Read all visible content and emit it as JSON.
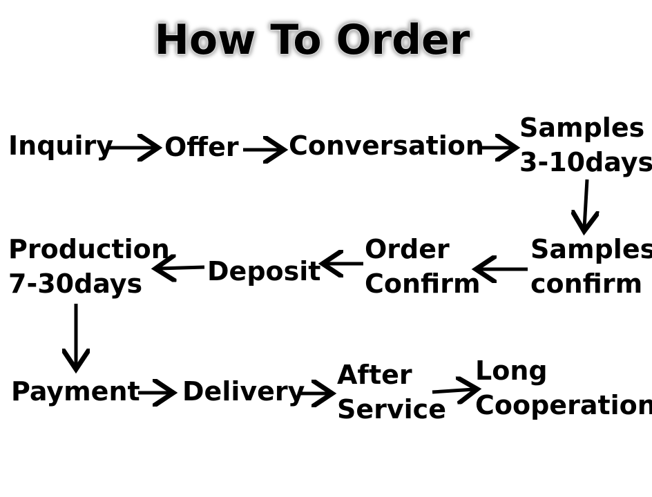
{
  "title": "How To Order",
  "steps": {
    "inquiry": [
      "Inquiry"
    ],
    "offer": [
      "Offer"
    ],
    "conversation": [
      "Conversation"
    ],
    "samples": [
      "Samples",
      "3-10days"
    ],
    "samples_confirm": [
      "Samples",
      "confirm"
    ],
    "order_confirm": [
      "Order",
      "Confirm"
    ],
    "deposit": [
      "Deposit"
    ],
    "production": [
      "Production",
      "7-30days"
    ],
    "payment": [
      "Payment"
    ],
    "delivery": [
      "Delivery"
    ],
    "after_service": [
      "After",
      "Service"
    ],
    "long_cooperation": [
      "Long",
      "Cooperation"
    ]
  },
  "colors": {
    "text": "#000000",
    "background": "#ffffff",
    "arrow": "#000000"
  }
}
